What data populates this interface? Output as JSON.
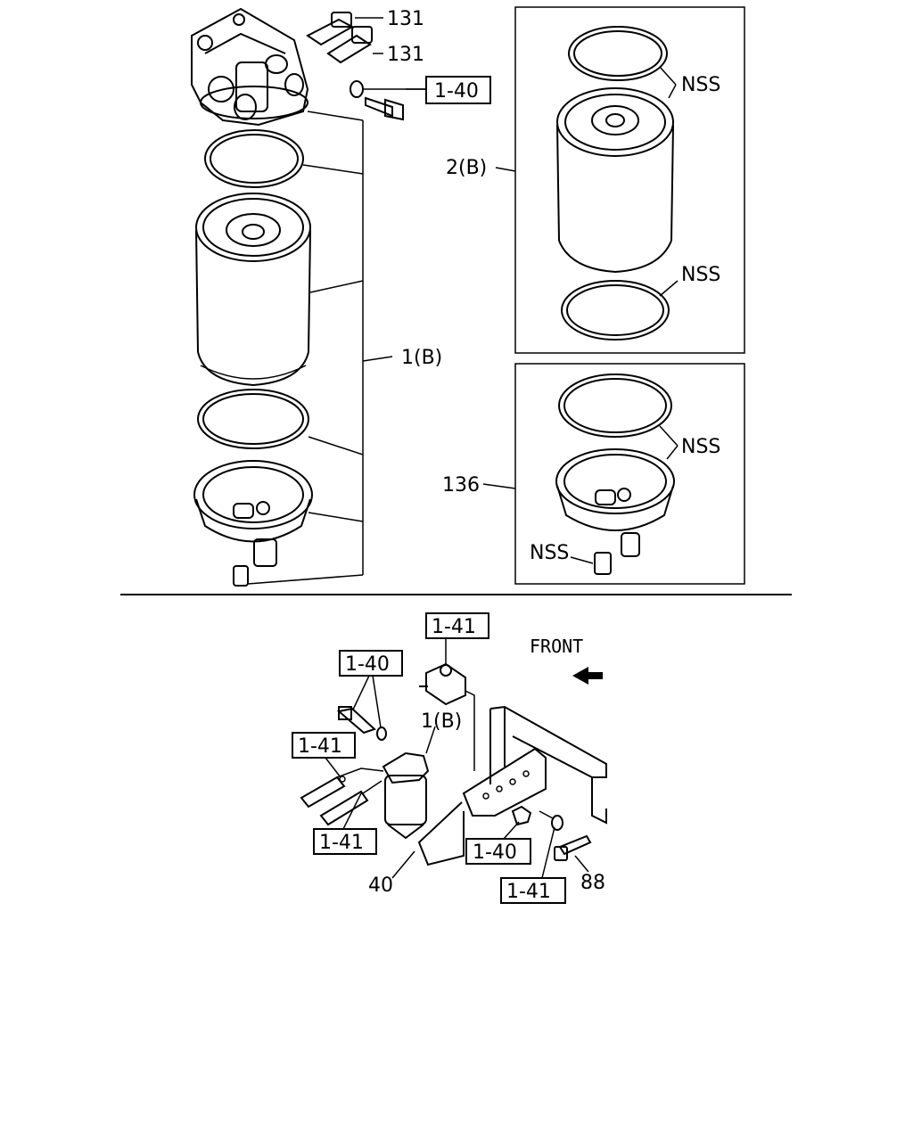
{
  "callouts": {
    "top_131_a": "131",
    "top_131_b": "131",
    "top_1_40": "1-40",
    "top_1b": "1(B)",
    "filter_2b": "2(B)",
    "nss_filter_top": "NSS",
    "nss_filter_bottom": "NSS",
    "bowl_136": "136",
    "nss_bowl_ring": "NSS",
    "nss_bowl_plug": "NSS"
  },
  "bottom": {
    "box_1_41_top": "1-41",
    "box_1_40_left": "1-40",
    "label_1b": "1(B)",
    "box_1_41_left_upper": "1-41",
    "box_1_41_left_lower": "1-41",
    "box_1_40_bracket": "1-40",
    "box_1_41_right": "1-41",
    "label_40": "40",
    "label_88": "88",
    "front": "FRONT"
  }
}
